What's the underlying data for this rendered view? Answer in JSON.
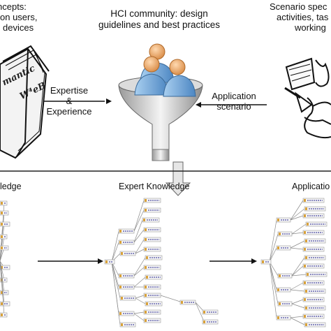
{
  "top": {
    "left_caption": [
      "ncepts:",
      "on users,",
      "devices"
    ],
    "center_caption": [
      "HCI community: design",
      "guidelines and best practices"
    ],
    "right_caption": [
      "Scenario spec",
      "activities, tas",
      "working"
    ],
    "book_text": [
      "mantic",
      "W⁴eB"
    ],
    "expertise_label": [
      "Expertise",
      "&",
      "Experience"
    ],
    "application_label": [
      "Application",
      "scenario"
    ]
  },
  "bottom": {
    "left_title": "ledge",
    "center_title": "Expert Knowledge",
    "right_title": "Applicatio"
  },
  "colors": {
    "line": "#222222",
    "person_body": "#7fb0de",
    "person_head": "#f2b27a",
    "node_fill": "#f6f6f6",
    "node_border": "#9a9a9a",
    "node_text": "#4a4aa0",
    "node_icon": "#d9a23a"
  }
}
